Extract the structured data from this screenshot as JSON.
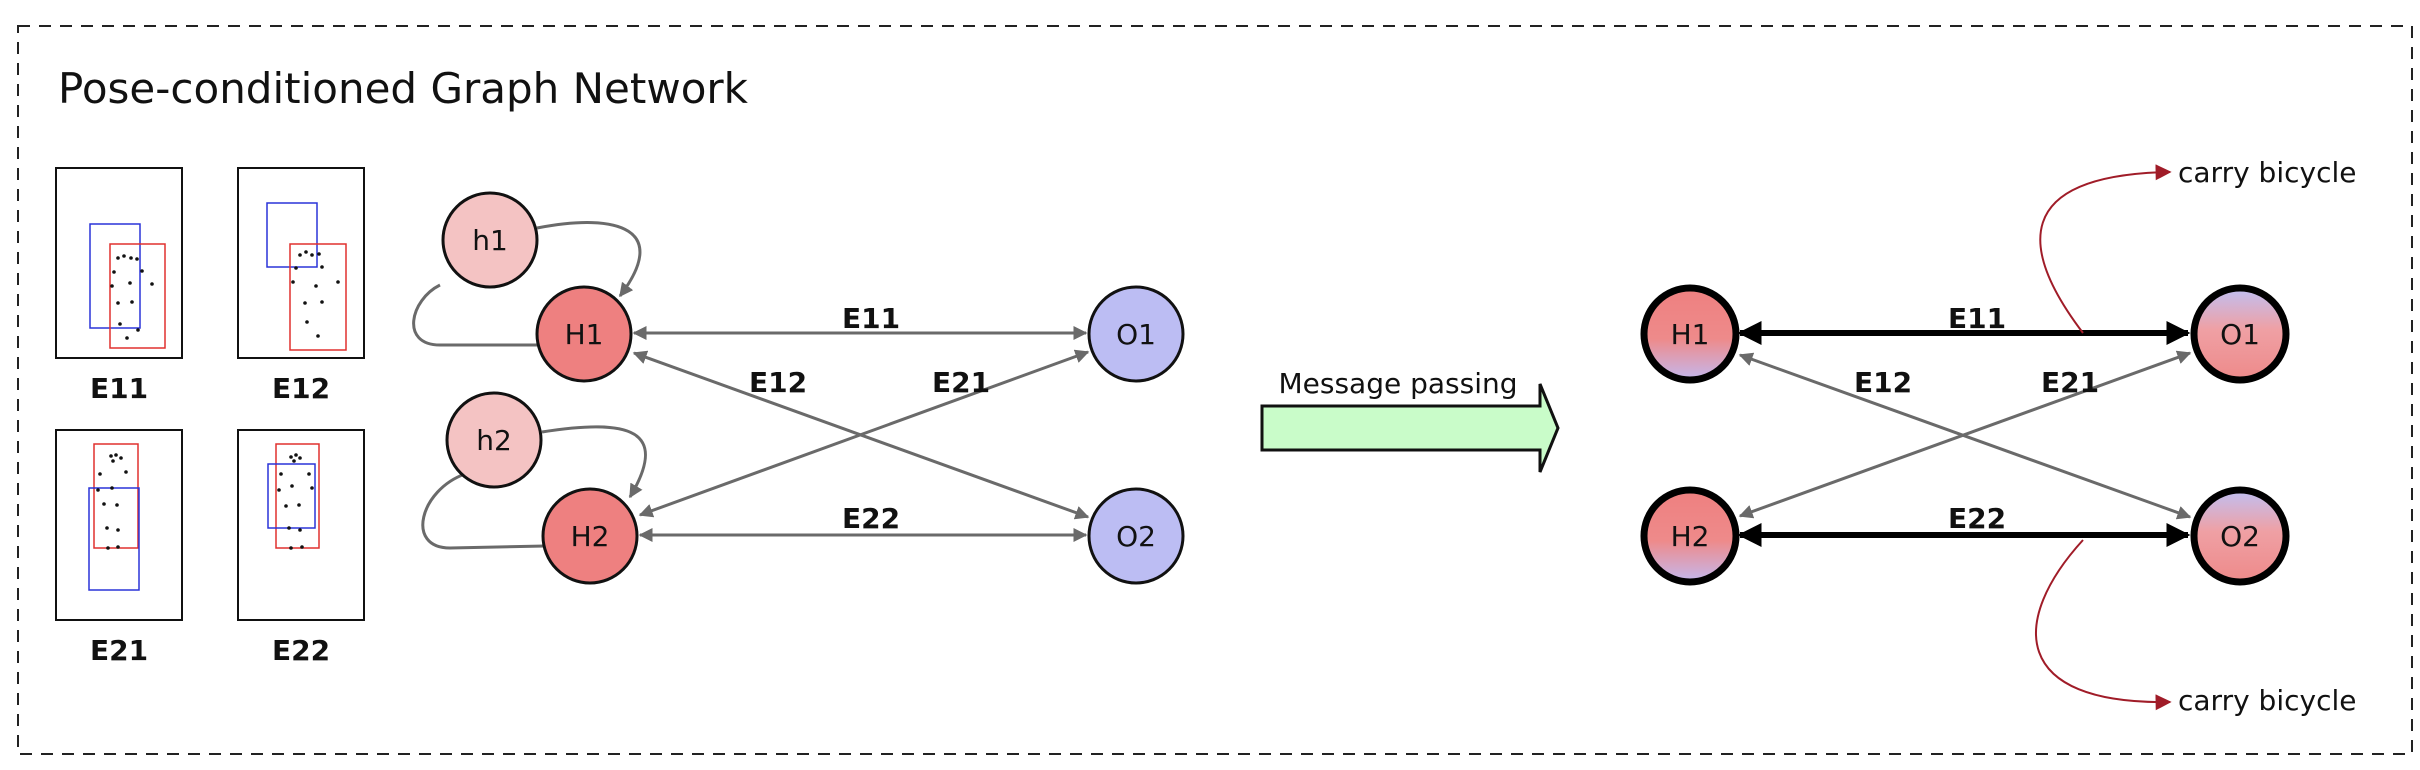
{
  "title": "Pose-conditioned Graph Network",
  "thumbnails": [
    {
      "label": "E11"
    },
    {
      "label": "E12"
    },
    {
      "label": "E21"
    },
    {
      "label": "E22"
    }
  ],
  "left_graph": {
    "pose_nodes": [
      "h1",
      "h2"
    ],
    "human_nodes": [
      "H1",
      "H2"
    ],
    "object_nodes": [
      "O1",
      "O2"
    ],
    "edges": {
      "e11": "E11",
      "e12": "E12",
      "e21": "E21",
      "e22": "E22"
    }
  },
  "arrow": {
    "label": "Message passing"
  },
  "right_graph": {
    "human_nodes": [
      "H1",
      "H2"
    ],
    "object_nodes": [
      "O1",
      "O2"
    ],
    "edges": {
      "e11": "E11",
      "e12": "E12",
      "e21": "E21",
      "e22": "E22"
    },
    "actions": [
      "carry bicycle",
      "carry bicycle"
    ]
  },
  "colors": {
    "pose_node": "#f4c3c3",
    "human_node": "#ee8080",
    "object_node": "#bcbdf3",
    "message_arrow": "#c9fcc9",
    "action_curve": "#a01c28",
    "edge_gray": "#6a6a6a",
    "human_box": "#e0302f",
    "object_box": "#2a34d8"
  }
}
